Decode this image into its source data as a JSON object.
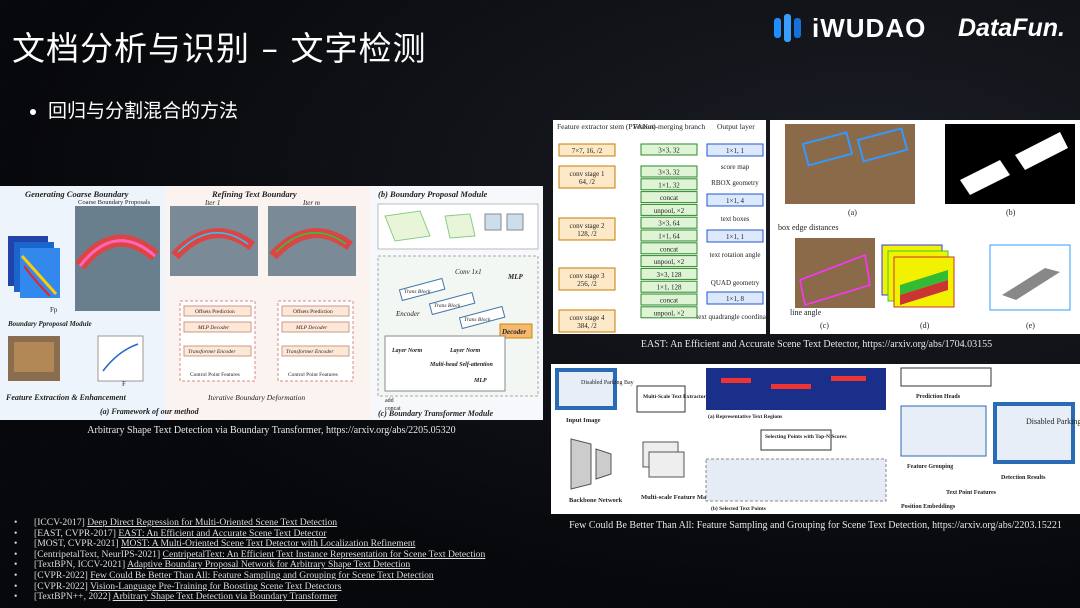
{
  "slide": {
    "title": "文档分析与识别 – 文字检测",
    "bullet": "回归与分割混合的方法"
  },
  "logos": {
    "iwudao": "iWUDAO",
    "datafun": "DataFun."
  },
  "colors": {
    "background": "#0a0c10",
    "accent_blue": "#1f8fff",
    "text": "#ffffff"
  },
  "figures": {
    "boundary_transformer": {
      "caption": "Arbitrary Shape Text Detection via Boundary Transformer, https://arxiv.org/abs/2205.05320",
      "labels": {
        "gen_coarse": "Generating Coarse Boundary",
        "refining": "Refining Text Boundary",
        "proposal_module": "(b) Boundary Proposal Module",
        "iter1": "Iter 1",
        "iterm": "Iter m",
        "coarse_proposals": "Coarse Boundary Proposals",
        "bpm": "Boundary Pproposal Module",
        "feat": "Feature Extraction & Enhancement",
        "framework": "(a) Framework of our method",
        "iterative": "Iterative Boundary Deformation",
        "bt_module": "(c) Boundary Transformer Module",
        "offsets": "Offsets Prediction",
        "mlp_decoder": "MLP Decoder",
        "te": "Transformer Encoder",
        "cpf": "Control Point Features",
        "encoder": "Encoder",
        "decoder": "Decoder",
        "mlp": "MLP",
        "layer_norm": "Layer Norm",
        "mhsa": "Multi-head Self-attention",
        "trans_block": "Trans Block",
        "conv": "Conv 1x1",
        "add": "add",
        "concat": "concat",
        "fp": "Fp",
        "f": "F"
      }
    },
    "east": {
      "caption": "EAST: An Efficient and Accurate Scene Text Detector, https://arxiv.org/abs/1704.03155",
      "header_left": "Feature extractor stem (PVANet)",
      "header_mid": "Feature-merging branch",
      "header_right": "Output layer",
      "stem": [
        "7×7, 16, /2",
        "conv stage 1\n64, /2",
        "conv stage 2\n128, /2",
        "conv stage 3\n256, /2",
        "conv stage 4\n384, /2"
      ],
      "merge": [
        "3×3, 32",
        "3×3, 32",
        "1×1, 32",
        "concat",
        "unpool, ×2",
        "3×3, 64",
        "1×1, 64",
        "concat",
        "unpool, ×2",
        "3×3, 128",
        "1×1, 128",
        "concat",
        "unpool, ×2"
      ],
      "outputs": [
        "1×1, 1",
        "score map",
        "RBOX geometry",
        "1×1, 4",
        "text boxes",
        "1×1, 1",
        "text rotation angle",
        "QUAD geometry",
        "1×1, 8",
        "text quadrangle coordinates"
      ],
      "sub_labels": [
        "(a)",
        "(b)",
        "(c)",
        "(d)",
        "(e)"
      ],
      "box_edge": "box edge distances",
      "line_angle": "line angle"
    },
    "few_could": {
      "caption": "Few Could Be Better Than All: Feature Sampling and Grouping for Scene Text Detection, https://arxiv.org/abs/2203.15221",
      "labels": {
        "input": "Input Image",
        "backbone": "Backbone Network",
        "msfm": "Multi-scale Feature Maps",
        "mste": "Multi-Scale Text Extractor",
        "rep": "(a) Representative Text Regions",
        "select": "Selecting Points with Top-N Scores",
        "selected": "(b) Selected Text Points",
        "pred": "Prediction Heads",
        "group": "Feature Grouping",
        "results": "Detection Results",
        "tpf": "Text Point Features",
        "pos": "Position Embeddings",
        "sign": "Disabled Parking Bay"
      }
    }
  },
  "references": [
    {
      "tag": "[ICCV-2017]",
      "title": "Deep Direct Regression for Multi-Oriented Scene Text Detection"
    },
    {
      "tag": "[EAST, CVPR-2017]",
      "title": "EAST: An Efficient and Accurate Scene Text Detector"
    },
    {
      "tag": "[MOST, CVPR-2021]",
      "title": "MOST: A Multi-Oriented Scene Text Detector with Localization Refinement"
    },
    {
      "tag": "[CentripetalText, NeurIPS-2021]",
      "title": "CentripetalText: An Efficient Text Instance Representation for Scene Text Detection"
    },
    {
      "tag": "[TextBPN, ICCV-2021]",
      "title": "Adaptive Boundary Proposal Network for Arbitrary Shape Text Detection"
    },
    {
      "tag": "[CVPR-2022]",
      "title": "Few Could Be Better Than All: Feature Sampling and Grouping for Scene Text Detection"
    },
    {
      "tag": "[CVPR-2022]",
      "title": "Vision-Language Pre-Training for Boosting Scene Text Detectors"
    },
    {
      "tag": "[TextBPN++, 2022]",
      "title": "Arbitrary Shape Text Detection via Boundary Transformer"
    }
  ]
}
